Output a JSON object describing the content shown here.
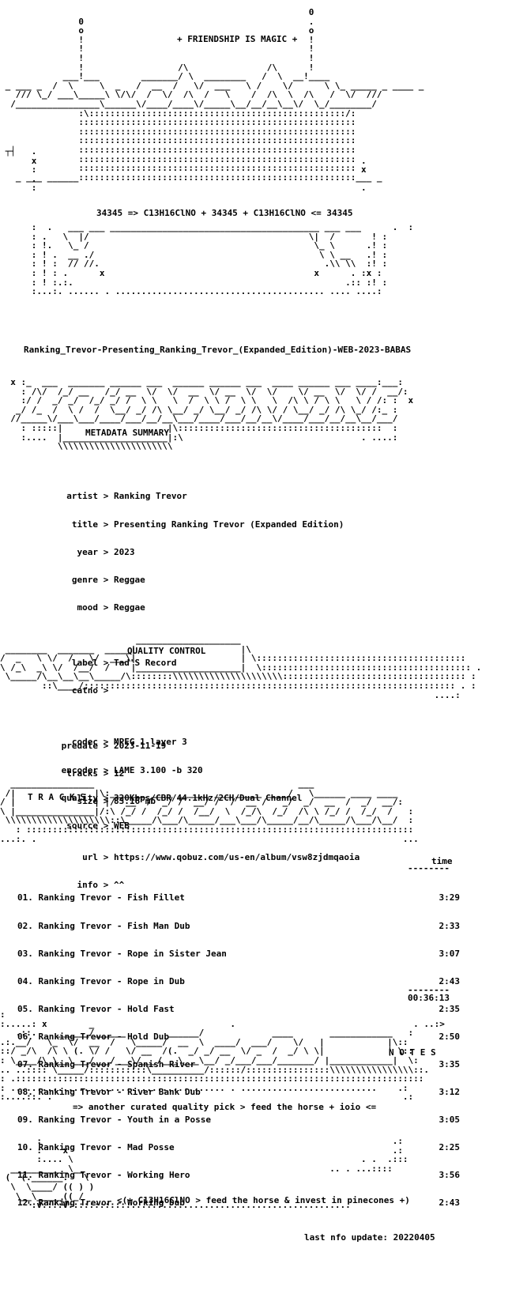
{
  "header": {
    "banner": "+ FRIENDSHIP IS MAGIC +",
    "formula_line": "34345 => C13H16ClNO + 34345 + C13H16ClNO <= 34345"
  },
  "release_name": "Ranking_Trevor-Presenting_Ranking_Trevor_(Expanded_Edition)-WEB-2023-BABAS",
  "sections": {
    "metadata": "METADATA SUMMARY",
    "quality": "QUALITY CONTROL",
    "tracks": "T R A C K S",
    "notes": "N O T E S"
  },
  "metadata": [
    {
      "key": "artist",
      "value": "Ranking Trevor"
    },
    {
      "key": "title",
      "value": "Presenting Ranking Trevor (Expanded Edition)"
    },
    {
      "key": "year",
      "value": "2023"
    },
    {
      "key": "genre",
      "value": "Reggae"
    },
    {
      "key": "mood",
      "value": "Reggae"
    },
    {
      "key": "label",
      "value": "Tad'S Record"
    },
    {
      "key": "catno",
      "value": ""
    },
    {
      "key": "predate",
      "value": "2023-11-19"
    },
    {
      "key": "tracks",
      "value": "12"
    },
    {
      "key": "size",
      "value": "83.16 mb"
    },
    {
      "key": "url",
      "value": "https://www.qobuz.com/us-en/album/vsw8zjdmqaoia"
    },
    {
      "key": "info",
      "value": "^^"
    }
  ],
  "quality": [
    {
      "key": "codec",
      "value": "MPEG 1 layer 3"
    },
    {
      "key": "encoder",
      "value": "LAME 3.100 -b 320"
    },
    {
      "key": "quality",
      "value": "320Kbps/CBR/44.1kHz/2CH/Dual Channel"
    },
    {
      "key": "source",
      "value": "WEB"
    }
  ],
  "tracklist": {
    "time_header": "time",
    "items": [
      {
        "title": "01. Ranking Trevor - Fish Fillet",
        "time": "3:29"
      },
      {
        "title": "02. Ranking Trevor - Fish Man Dub",
        "time": "2:33"
      },
      {
        "title": "03. Ranking Trevor - Rope in Sister Jean",
        "time": "3:07"
      },
      {
        "title": "04. Ranking Trevor - Rope in Dub",
        "time": "2:43"
      },
      {
        "title": "05. Ranking Trevor - Hold Fast",
        "time": "2:35"
      },
      {
        "title": "06. Ranking Trevor - Hold Dub",
        "time": "2:50"
      },
      {
        "title": "07. Ranking Trevor - Spanish River",
        "time": "3:35"
      },
      {
        "title": "08. Ranking Trevor - River Bank Dub",
        "time": "3:12"
      },
      {
        "title": "09. Ranking Trevor - Youth in a Posse",
        "time": "3:05"
      },
      {
        "title": "10. Ranking Trevor - Mad Posse",
        "time": "2:25"
      },
      {
        "title": "11. Ranking Trevor - Working Hero",
        "time": "3:56"
      },
      {
        "title": "12. Ranking Trevor - Working Dub",
        "time": "2:43"
      }
    ],
    "total": "00:36:13"
  },
  "notes_line": "=> another curated quality pick > feed the horse + ioio <=",
  "footer": {
    "tagline": "<(+ C13H16ClNO > feed the horse & invest in pinecones +)",
    "update": "last nfo update: 20220405"
  }
}
